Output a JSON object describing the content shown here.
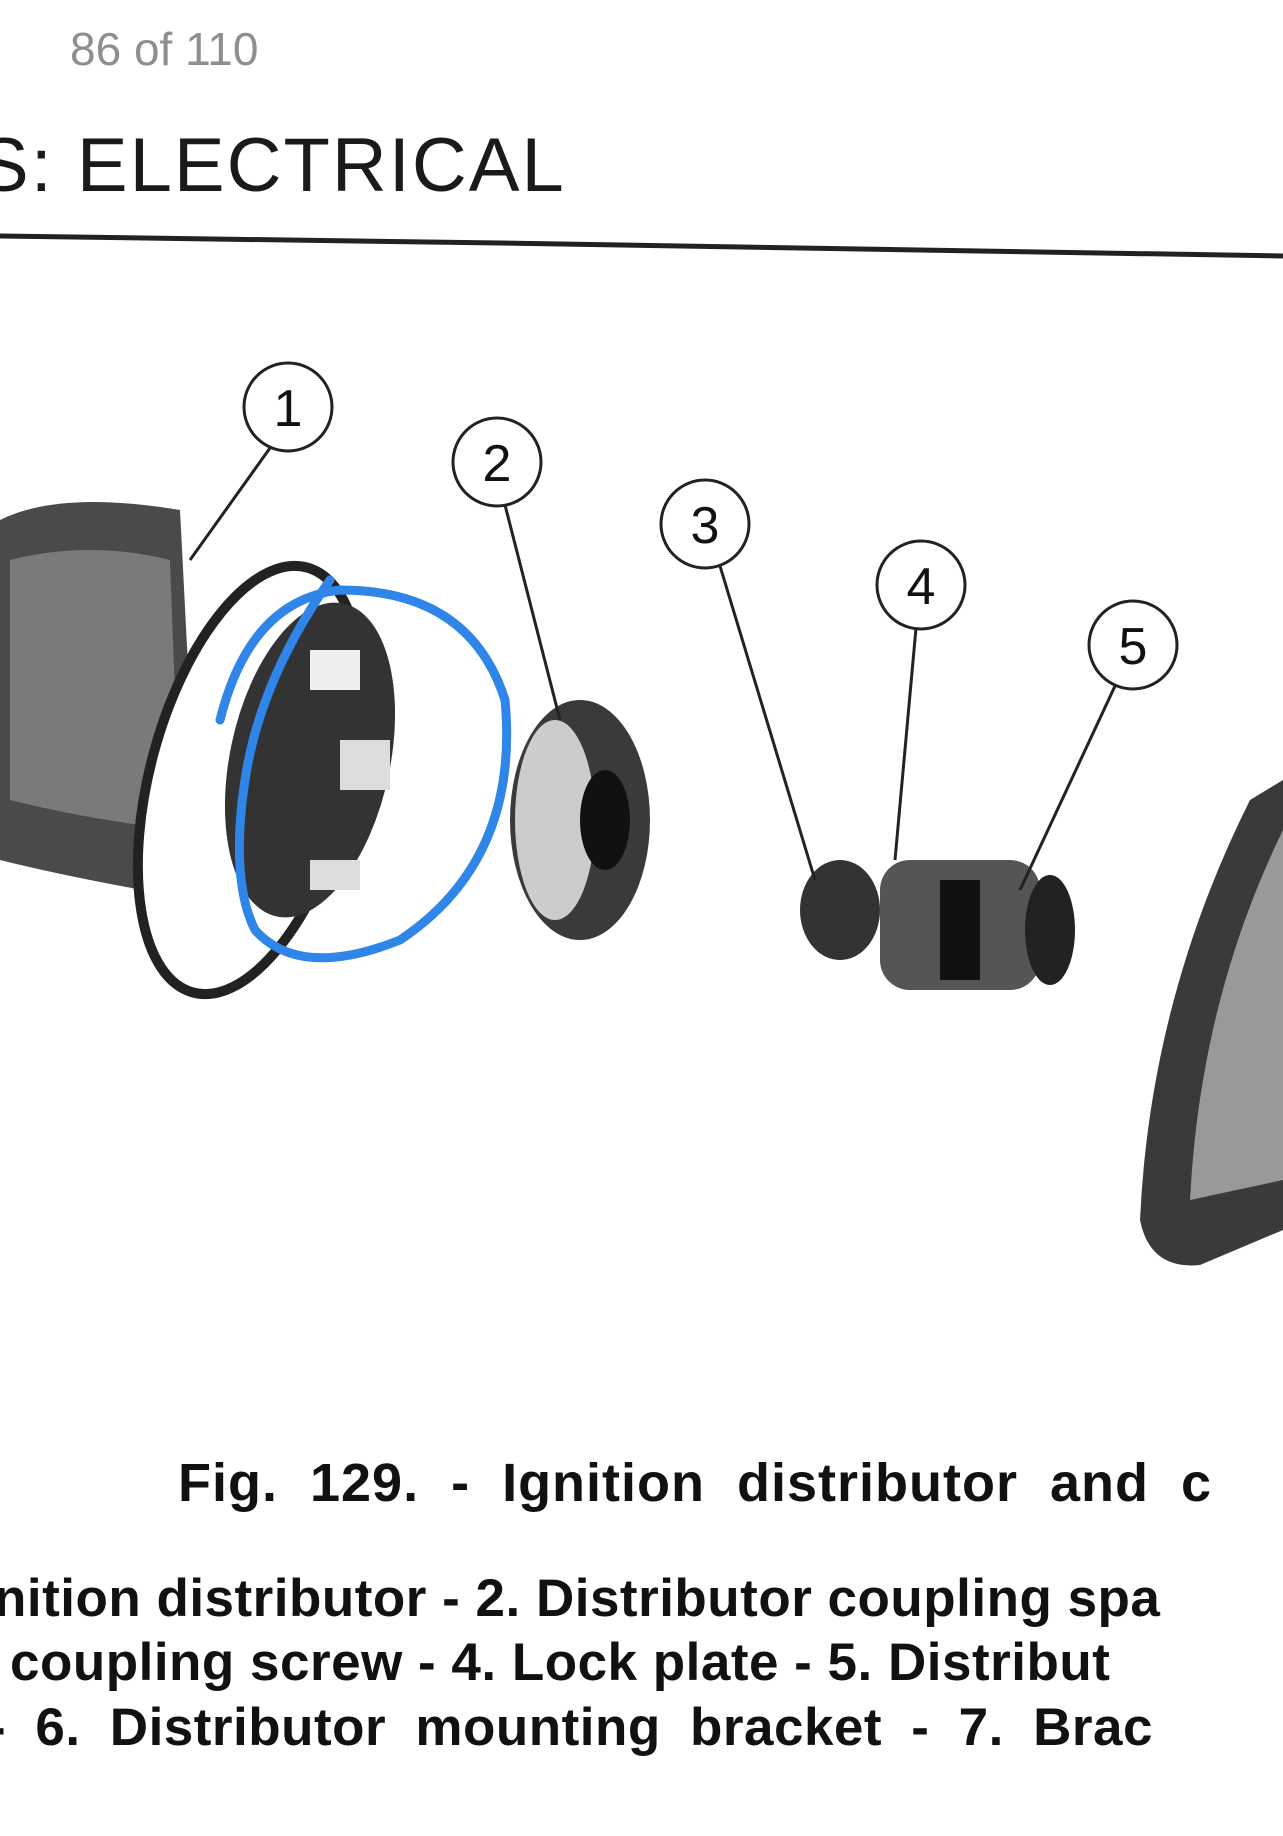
{
  "viewer": {
    "page_indicator": "86 of 110"
  },
  "document": {
    "section_title": "S: ELECTRICAL",
    "callouts": [
      "1",
      "2",
      "3",
      "4",
      "5"
    ],
    "figure_caption": "Fig. 129. - Ignition distributor and c",
    "legend_lines": [
      "nition distributor - 2. Distributor coupling spa",
      " coupling screw - 4. Lock plate  -  5. Distribut",
      "- 6. Distributor  mounting  bracket  -  7. Brac"
    ]
  },
  "annotation": {
    "color": "#2f86e8"
  }
}
